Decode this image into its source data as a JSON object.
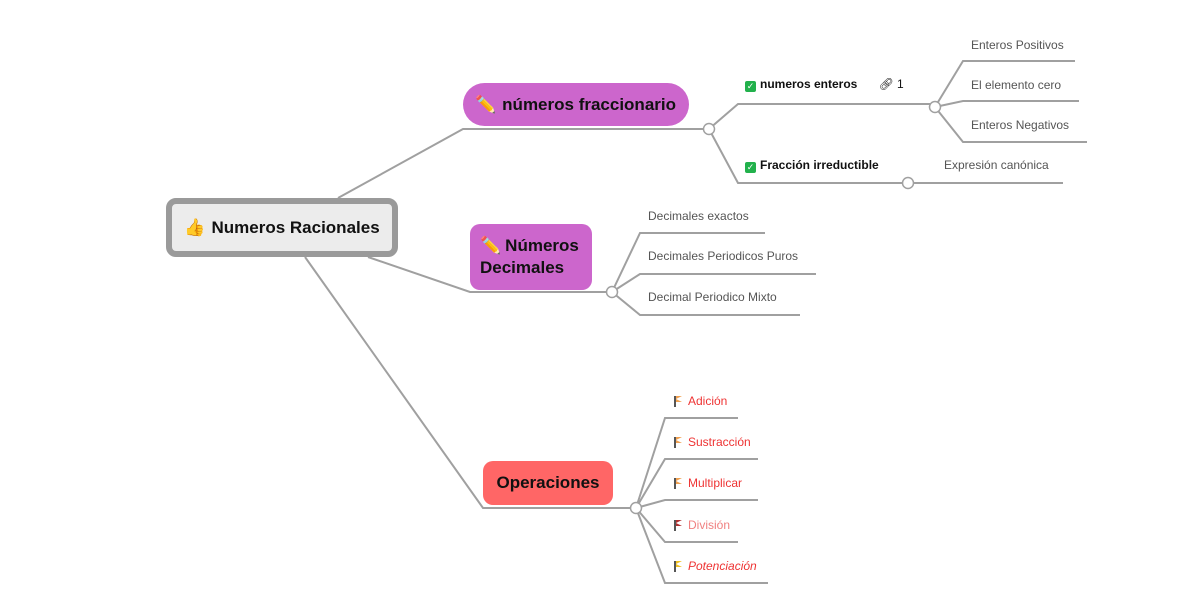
{
  "root": {
    "icon": "thumbs-up-icon",
    "icon_glyph": "👍",
    "label": "Numeros Racionales"
  },
  "colors": {
    "root_fill": "#ececec",
    "root_border": "#9a9a9a",
    "topic_purple": "#cc66cc",
    "topic_red": "#ff6666",
    "line": "#a0a0a0",
    "operation_text": "#ee3333",
    "check_green": "#22b14c"
  },
  "branches": [
    {
      "icon": "pencil-icon",
      "icon_glyph": "✏️",
      "label": "números fraccionario",
      "children": [
        {
          "marker": "checkbox-checked-icon",
          "label": "numeros enteros",
          "link_icon": "link-icon",
          "link_count": "1",
          "children": [
            "Enteros Positivos",
            "El elemento cero",
            "Enteros Negativos"
          ]
        },
        {
          "marker": "checkbox-checked-icon",
          "label": "Fracción irreductible",
          "children": [
            "Expresión canónica"
          ]
        }
      ]
    },
    {
      "icon": "pencil-icon",
      "icon_glyph": "✏️",
      "label_line1": "Números",
      "label_line2": "Decimales",
      "children": [
        "Decimales exactos",
        "Decimales Periodicos Puros",
        "Decimal Periodico Mixto"
      ]
    },
    {
      "label": "Operaciones",
      "children": [
        {
          "flag": "flag-orange-icon",
          "flag_color": "#f0a050",
          "label": "Adición"
        },
        {
          "flag": "flag-orange-icon",
          "flag_color": "#f0a050",
          "label": "Sustracción"
        },
        {
          "flag": "flag-orange-icon",
          "flag_color": "#f0a050",
          "label": "Multiplicar"
        },
        {
          "flag": "flag-red-icon",
          "flag_color": "#b03030",
          "label": "División"
        },
        {
          "flag": "flag-yellow-icon",
          "flag_color": "#f0c020",
          "label": "Potenciación"
        }
      ]
    }
  ]
}
